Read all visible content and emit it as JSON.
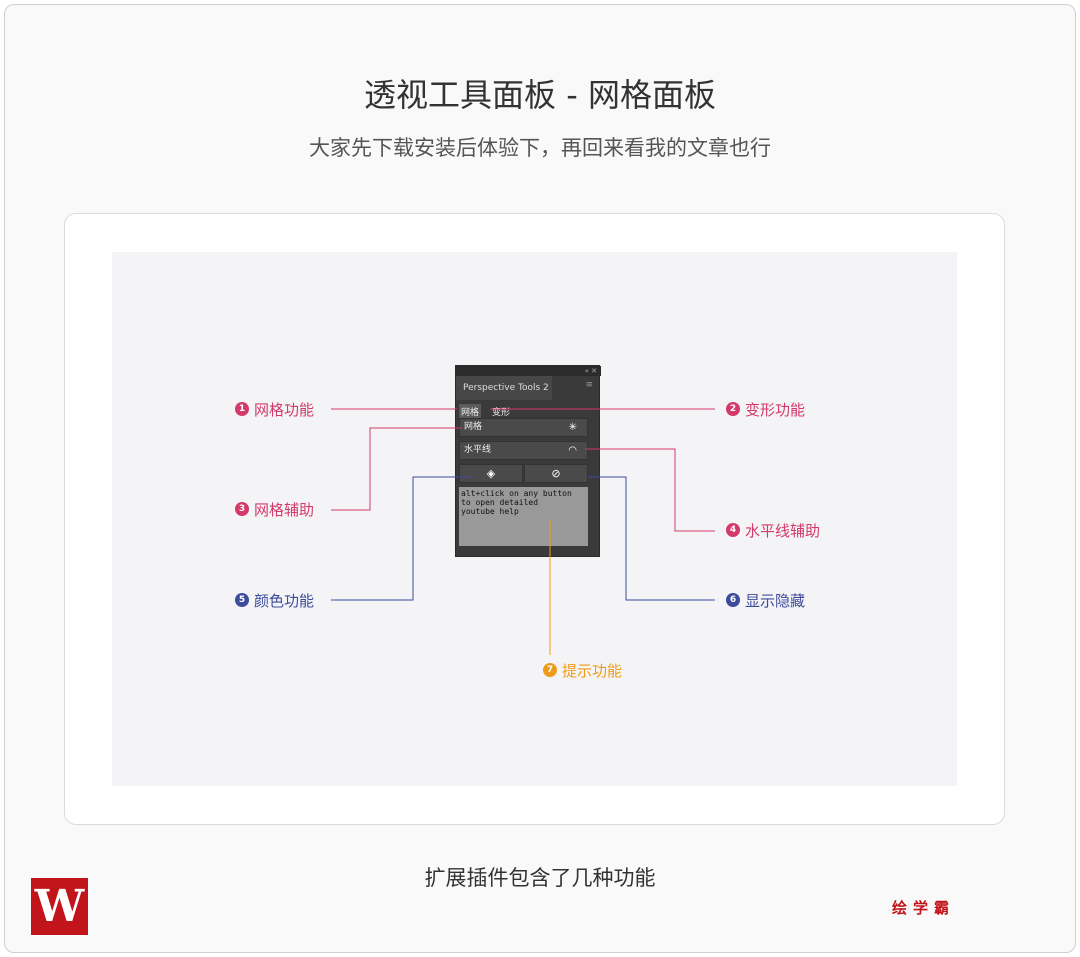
{
  "title": "透视工具面板 - 网格面板",
  "subtitle": "大家先下载安装后体验下，再回来看我的文章也行",
  "panel": {
    "window_controls": "«  ✕",
    "title": "Perspective Tools 2",
    "menu_icon": "≡",
    "tab_grid": "网格",
    "tab_transform": "变形",
    "row_grid": "网格",
    "row_horizon": "水平线",
    "help_text": "alt+click on any button\nto open detailed\nyoutube help"
  },
  "annotations": [
    {
      "num": "1",
      "label": "网格功能"
    },
    {
      "num": "2",
      "label": "变形功能"
    },
    {
      "num": "3",
      "label": "网格辅助"
    },
    {
      "num": "4",
      "label": "水平线辅助"
    },
    {
      "num": "5",
      "label": "颜色功能"
    },
    {
      "num": "6",
      "label": "显示隐藏"
    },
    {
      "num": "7",
      "label": "提示功能"
    }
  ],
  "colors": {
    "pink": "#d23a6a",
    "blue": "#3d4b9c",
    "orange": "#ee9b1a",
    "brand": "#c2141b"
  },
  "caption": "扩展插件包含了几种功能",
  "logo": "W",
  "brand": "绘学霸"
}
